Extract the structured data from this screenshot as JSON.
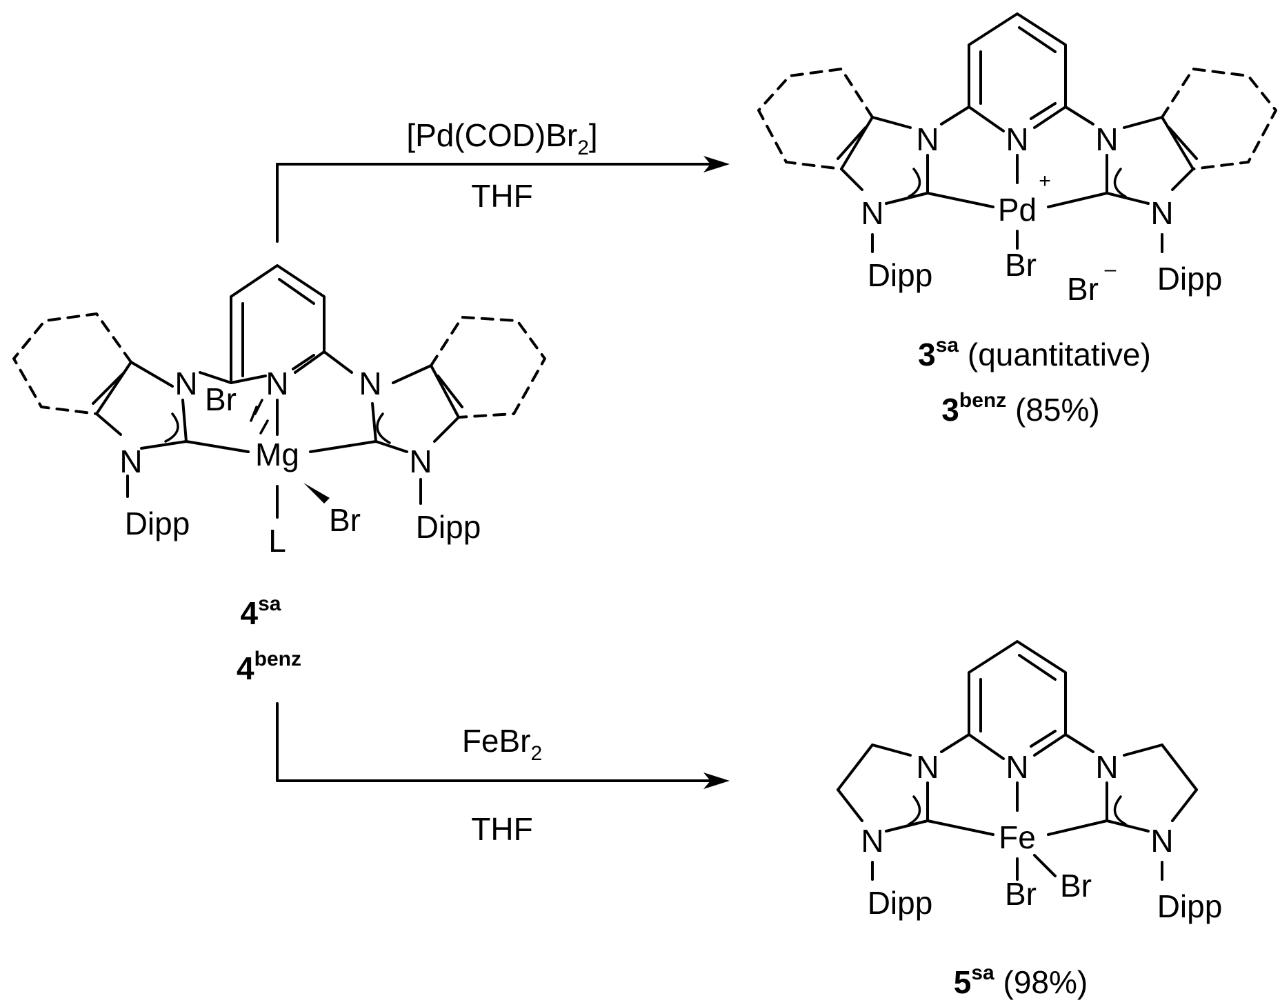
{
  "atoms": {
    "n": "N",
    "dipp": "Dipp",
    "br": "Br",
    "mg": "Mg",
    "pd": "Pd",
    "fe": "Fe",
    "l": "L",
    "plus": "+",
    "minus": "–"
  },
  "reactions": {
    "top": {
      "reagent": "[Pd(COD)Br",
      "reagent_sub": "2",
      "reagent_close": "]",
      "solvent": "THF"
    },
    "bottom": {
      "reagent": "FeBr",
      "reagent_sub": "2",
      "solvent": "THF"
    }
  },
  "compounds": {
    "start": {
      "line1_num": "4",
      "line1_sup": "sa",
      "line2_num": "4",
      "line2_sup": "benz"
    },
    "pd_product": {
      "line1_num": "3",
      "line1_sup": "sa",
      "line1_yield": "(quantitative)",
      "line2_num": "3",
      "line2_sup": "benz",
      "line2_yield": "(85%)"
    },
    "fe_product": {
      "num": "5",
      "sup": "sa",
      "yield": "(98%)"
    }
  }
}
